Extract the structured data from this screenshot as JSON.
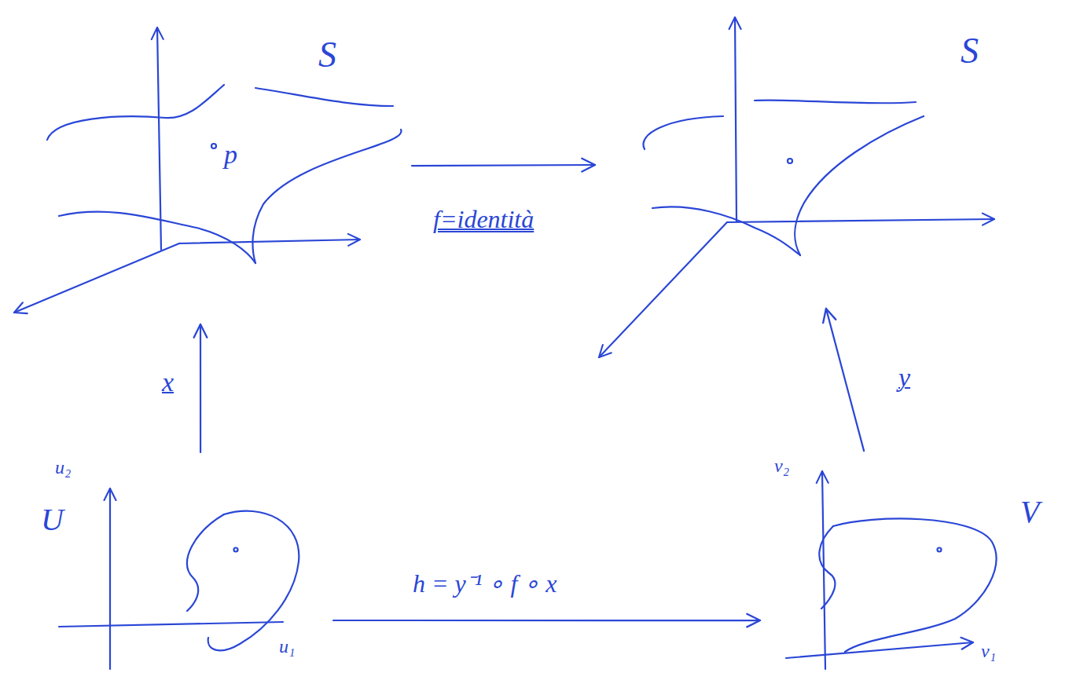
{
  "diagram": {
    "nodes": [
      {
        "text": [
          "S",
          "p"
        ]
      },
      {
        "text": [
          "S"
        ]
      },
      {
        "text": [
          "u₂",
          "U",
          "u₁"
        ]
      },
      {
        "text": [
          "v₂",
          "V",
          "v₁"
        ]
      }
    ],
    "edges": [
      {
        "from": 0,
        "to": 1,
        "arrow": "to",
        "label": "f=identità"
      },
      {
        "from": 2,
        "to": 0,
        "arrow": "to",
        "label": "x"
      },
      {
        "from": 3,
        "to": 1,
        "arrow": "to",
        "label": "y"
      },
      {
        "from": 2,
        "to": 3,
        "arrow": "to",
        "label": "h = y⁻¹ ∘ f ∘ x"
      }
    ]
  }
}
